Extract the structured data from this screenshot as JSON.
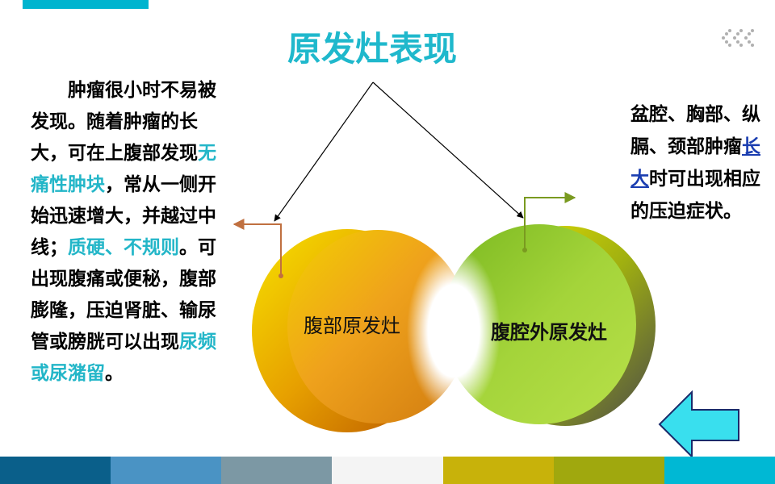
{
  "title": "原发灶表现",
  "left_text": {
    "p1": "肿瘤很小时不易被发现。随着肿瘤的长大，可在上腹部发现",
    "h1": "无痛性肿块",
    "p2": "，常从一侧开始迅速增大，并越过中线；",
    "h2": "质硬、不规则",
    "p3": "。可出现腹痛或便秘，腹部膨隆，压迫肾脏、输尿管或膀胱可以出现",
    "h3": "尿频或尿潴留",
    "p4": "。"
  },
  "right_text": {
    "p1": "盆腔、胸部、纵膈、颈部肿瘤",
    "link": "长大",
    "p2": "时可出现相应的压迫症状。"
  },
  "diagram": {
    "left_label": "腹部原发灶",
    "right_label": "腹腔外原发灶"
  },
  "colors": {
    "title": "#1fb8cc",
    "highlight": "#23b6c8",
    "link": "#1a3db0",
    "bottom_bar": [
      "#0a5f8a",
      "#4a93c4",
      "#7c98a4",
      "#f4f4f4",
      "#c8b20a",
      "#a0a80e",
      "#00b8d4"
    ]
  },
  "icons": {
    "back": "left-arrow-icon",
    "decoration": "chevron-dots-icon"
  }
}
